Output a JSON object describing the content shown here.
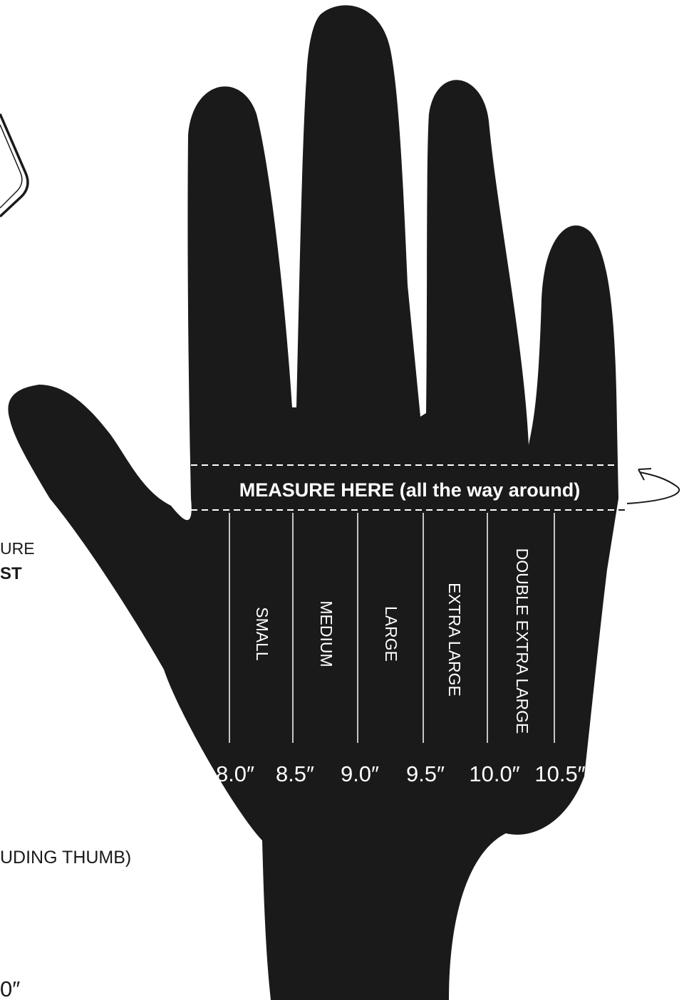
{
  "measure_label": "MEASURE HERE (all the way around)",
  "size_bands": [
    {
      "size": "SMALL"
    },
    {
      "size": "MEDIUM"
    },
    {
      "size": "LARGE"
    },
    {
      "size": "EXTRA LARGE"
    },
    {
      "size": "DOUBLE EXTRA LARGE"
    }
  ],
  "marks": [
    "8.0″",
    "8.5″",
    "9.0″",
    "9.5″",
    "10.0″",
    "10.5″"
  ],
  "cropped_text": {
    "left_line_1": "URE",
    "left_line_2": "ST",
    "thumb_note": "UDING THUMB)",
    "bottom_mark": "0″"
  },
  "colors": {
    "hand": "#1a1a1a",
    "background": "#ffffff",
    "lines": "#ffffff"
  }
}
